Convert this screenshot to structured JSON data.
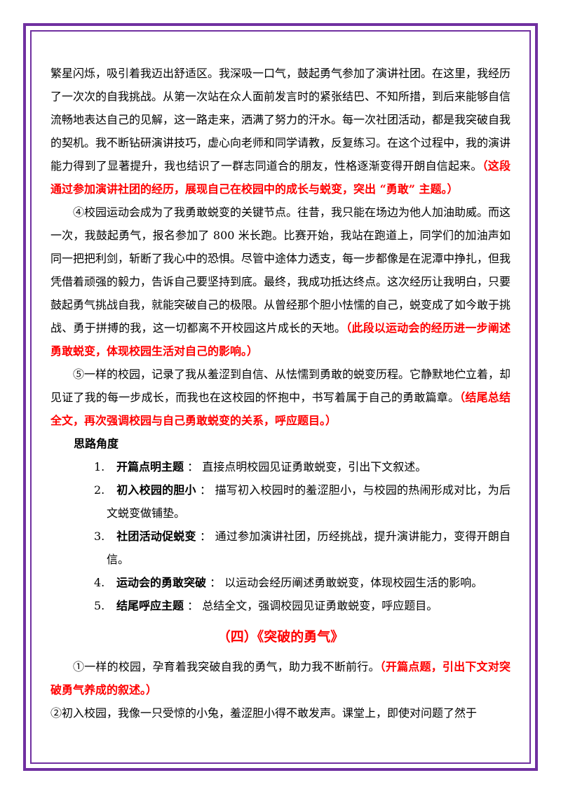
{
  "paragraphs_top": [
    {
      "text": "繁星闪烁，吸引着我迈出舒适区。我深吸一口气，鼓起勇气参加了演讲社团。在这里，我经历了一次次的自我挑战。从第一次站在众人面前发言时的紧张结巴、不知所措，到后来能够自信流畅地表达自己的见解，这一路走来，洒满了努力的汗水。每一次社团活动，都是我突破自我的契机。我不断钻研演讲技巧，虚心向老师和同学请教，反复练习。在这个过程中，我的演讲能力得到了显著提升，我也结识了一群志同道合的朋友，性格逐渐变得开朗自信起来。",
      "note": "（这段通过参加演讲社团的经历，展现自己在校园中的成长与蜕变，突出 “勇敢” 主题。）"
    },
    {
      "text": "④校园运动会成为了我勇敢蜕变的关键节点。往昔，我只能在场边为他人加油助威。而这一次，我鼓起勇气，报名参加了 800 米长跑。比赛开始，我站在跑道上，同学们的加油声如同一把把利剑，斩断了我心中的恐惧。尽管中途体力透支，每一步都像是在泥潭中挣扎，但我凭借着顽强的毅力，告诉自己要坚持到底。最终，我成功抵达终点。这次经历让我明白，只要鼓起勇气挑战自我，就能突破自己的极限。从曾经那个胆小怯懦的自己，蜕变成了如今敢于挑战、勇于拼搏的我，这一切都离不开校园这片成长的天地。",
      "note": "（此段以运动会的经历进一步阐述勇敢蜕变，体现校园生活对自己的影响。）"
    },
    {
      "text": "⑤一样的校园，记录了我从羞涩到自信、从怯懦到勇敢的蜕变历程。它静默地伫立着，却见证了我的每一步成长，而我也在这校园的怀抱中，书写着属于自己的勇敢篇章。",
      "note": "（结尾总结全文，再次强调校园与自己勇敢蜕变的关系，呼应题目。）"
    }
  ],
  "outline": {
    "heading": "思路角度",
    "items": [
      {
        "num": "1.",
        "key": "开篇点明主题",
        "sep": "：",
        "desc": "直接点明校园见证勇敢蜕变，引出下文叙述。"
      },
      {
        "num": "2.",
        "key": "初入校园的胆小",
        "sep": "：",
        "desc": "描写初入校园时的羞涩胆小，与校园的热闹形成对比，为后文蜕变做铺垫。"
      },
      {
        "num": "3.",
        "key": "社团活动促蜕变",
        "sep": "：",
        "desc": "通过参加演讲社团，历经挑战，提升演讲能力，变得开朗自信。"
      },
      {
        "num": "4.",
        "key": "运动会的勇敢突破",
        "sep": "：",
        "desc": "以运动会经历阐述勇敢蜕变，体现校园生活的影响。"
      },
      {
        "num": "5.",
        "key": "结尾呼应主题",
        "sep": "：",
        "desc": "总结全文，强调校园见证勇敢蜕变，呼应题目。"
      }
    ]
  },
  "section_title": "（四）《突破的勇气》",
  "paragraphs_bottom": [
    {
      "text": "①一样的校园，孕育着我突破自我的勇气，助力我不断前行。",
      "note": "（开篇点题，引出下文对突破勇气养成的叙述。）"
    },
    {
      "text": "②初入校园，我像一只受惊的小兔，羞涩胆小得不敢发声。课堂上，即使对问题了然于",
      "note": ""
    }
  ],
  "colors": {
    "frame": "#7030a0",
    "note": "#ff0000",
    "title": "#ff0000"
  }
}
